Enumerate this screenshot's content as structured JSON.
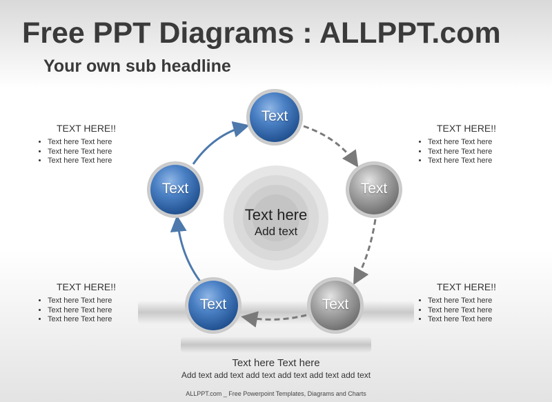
{
  "header": {
    "title": "Free PPT Diagrams : ALLPPT.com",
    "subtitle": "Your own sub headline"
  },
  "colors": {
    "blue": "#3f73b4",
    "gray": "#a0a0a0",
    "arrow_blue": "#4d79ac",
    "arrow_gray": "#808080"
  },
  "center": {
    "title": "Text here",
    "subtitle": "Add text"
  },
  "nodes": [
    {
      "label": "Text",
      "color": "blue"
    },
    {
      "label": "Text",
      "color": "gray"
    },
    {
      "label": "Text",
      "color": "gray"
    },
    {
      "label": "Text",
      "color": "blue"
    },
    {
      "label": "Text",
      "color": "blue"
    }
  ],
  "callouts": {
    "top_left": {
      "heading": "TEXT HERE!!",
      "items": [
        "Text here Text here",
        "Text here Text here",
        "Text here Text here"
      ]
    },
    "top_right": {
      "heading": "TEXT HERE!!",
      "items": [
        "Text here Text here",
        "Text here Text here",
        "Text here Text here"
      ]
    },
    "bottom_left": {
      "heading": "TEXT HERE!!",
      "items": [
        "Text here Text here",
        "Text here Text here",
        "Text here Text here"
      ]
    },
    "bottom_right": {
      "heading": "TEXT HERE!!",
      "items": [
        "Text here Text here",
        "Text here Text here",
        "Text here Text here"
      ]
    }
  },
  "bottom": {
    "main": "Text here Text here",
    "sub": "Add text add text add text add text add text add text"
  },
  "footer": "ALLPPT.com _ Free Powerpoint Templates, Diagrams and Charts"
}
